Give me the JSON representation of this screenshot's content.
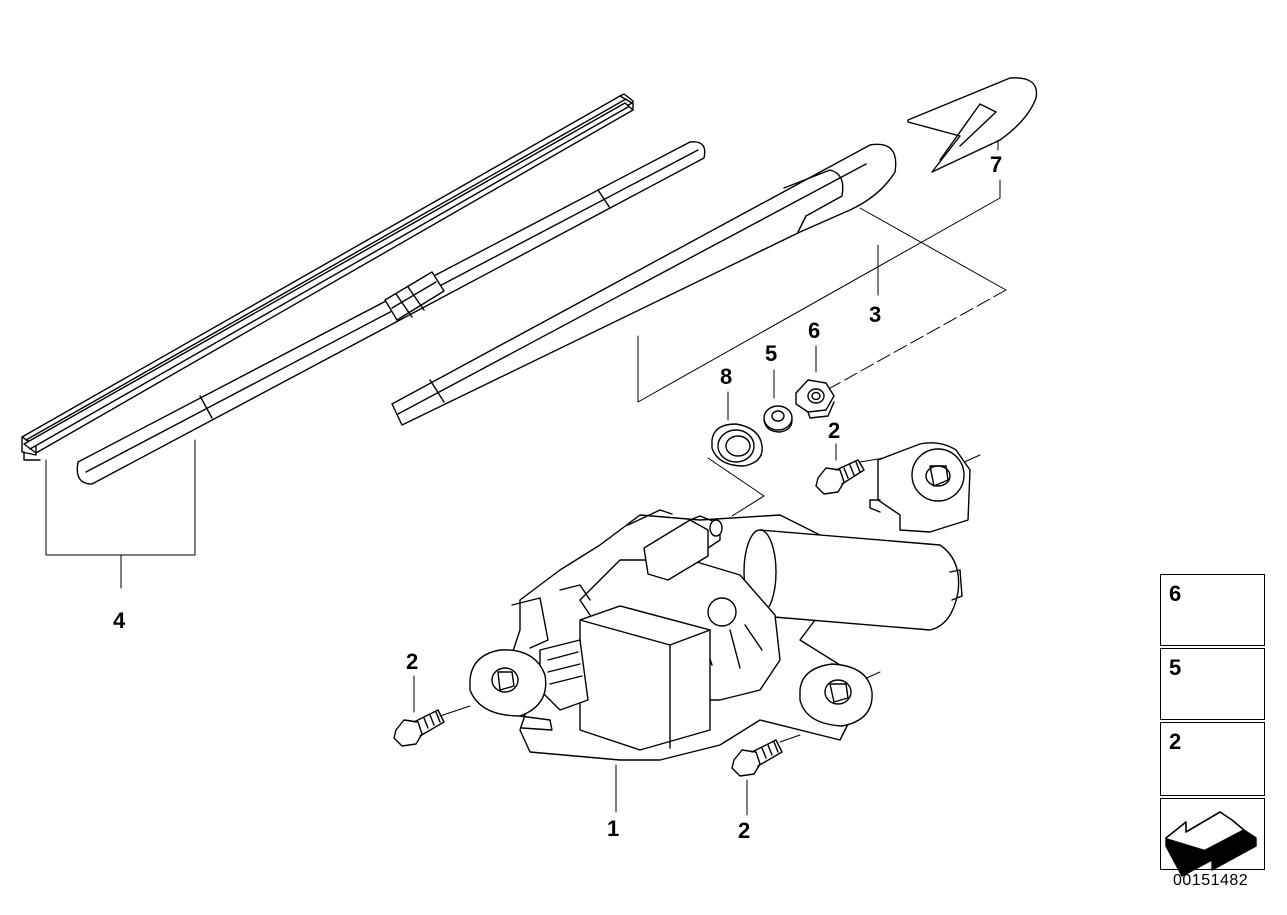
{
  "callouts": {
    "c1": "1",
    "c2a": "2",
    "c2b": "2",
    "c2c": "2",
    "c3": "3",
    "c4": "4",
    "c5": "5",
    "c6": "6",
    "c7": "7",
    "c8": "8"
  },
  "legend": {
    "item6": "6",
    "item5": "5",
    "item2": "2"
  },
  "document_number": "00151482"
}
